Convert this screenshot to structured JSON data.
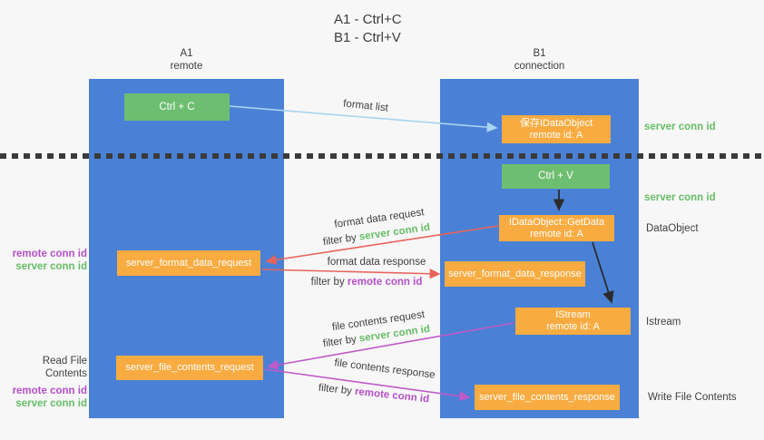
{
  "title": {
    "line1": "A1 - Ctrl+C",
    "line2": "B1 - Ctrl+V"
  },
  "lanes": {
    "left": {
      "name": "A1",
      "subtitle": "remote"
    },
    "right": {
      "name": "B1",
      "subtitle": "connection"
    }
  },
  "boxes": {
    "ctrl_c": {
      "label": "Ctrl + C"
    },
    "ctrl_v": {
      "label": "Ctrl + V"
    },
    "save_idataobject": {
      "line1": "保存IDataObject",
      "line2": "remote id: A"
    },
    "idataobject_getdata": {
      "line1": "IDataObject::GetData",
      "line2": "remote id: A"
    },
    "istream": {
      "line1": "IStream",
      "line2": "remote id: A"
    },
    "server_format_data_request": {
      "label": "server_format_data_request"
    },
    "server_format_data_response": {
      "label": "server_format_data_response"
    },
    "server_file_contents_request": {
      "label": "server_file_contents_request"
    },
    "server_file_contents_response": {
      "label": "server_file_contents_response"
    }
  },
  "flow_labels": {
    "format_list": "format list",
    "format_data_request": "format data request",
    "format_data_response": "format data response",
    "file_contents_request": "file contents request",
    "file_contents_response": "file contents response",
    "filter_by": "filter by",
    "server_conn_id": "server conn id",
    "remote_conn_id": "remote conn id"
  },
  "side_labels": {
    "left": {
      "remote_conn_id": "remote conn id",
      "server_conn_id": "server conn id",
      "read_file_contents": "Read File Contents"
    },
    "right": {
      "server_conn_id": "server conn id",
      "dataobject": "DataObject",
      "istream": "Istream",
      "write_file_contents": "Write File Contents"
    }
  },
  "colors": {
    "background": "#f7f7f7",
    "lane_blue": "#4a81d6",
    "box_green": "#6ebe71",
    "box_orange": "#f8ab40",
    "arrow_red": "#e8645a",
    "arrow_purple": "#c05ac8",
    "arrow_blue": "#a9d3ef",
    "arrow_black": "#2b2b2b",
    "text_dark": "#3f3f3f",
    "green_text": "#67bd67",
    "purple_text": "#b44fc8"
  }
}
